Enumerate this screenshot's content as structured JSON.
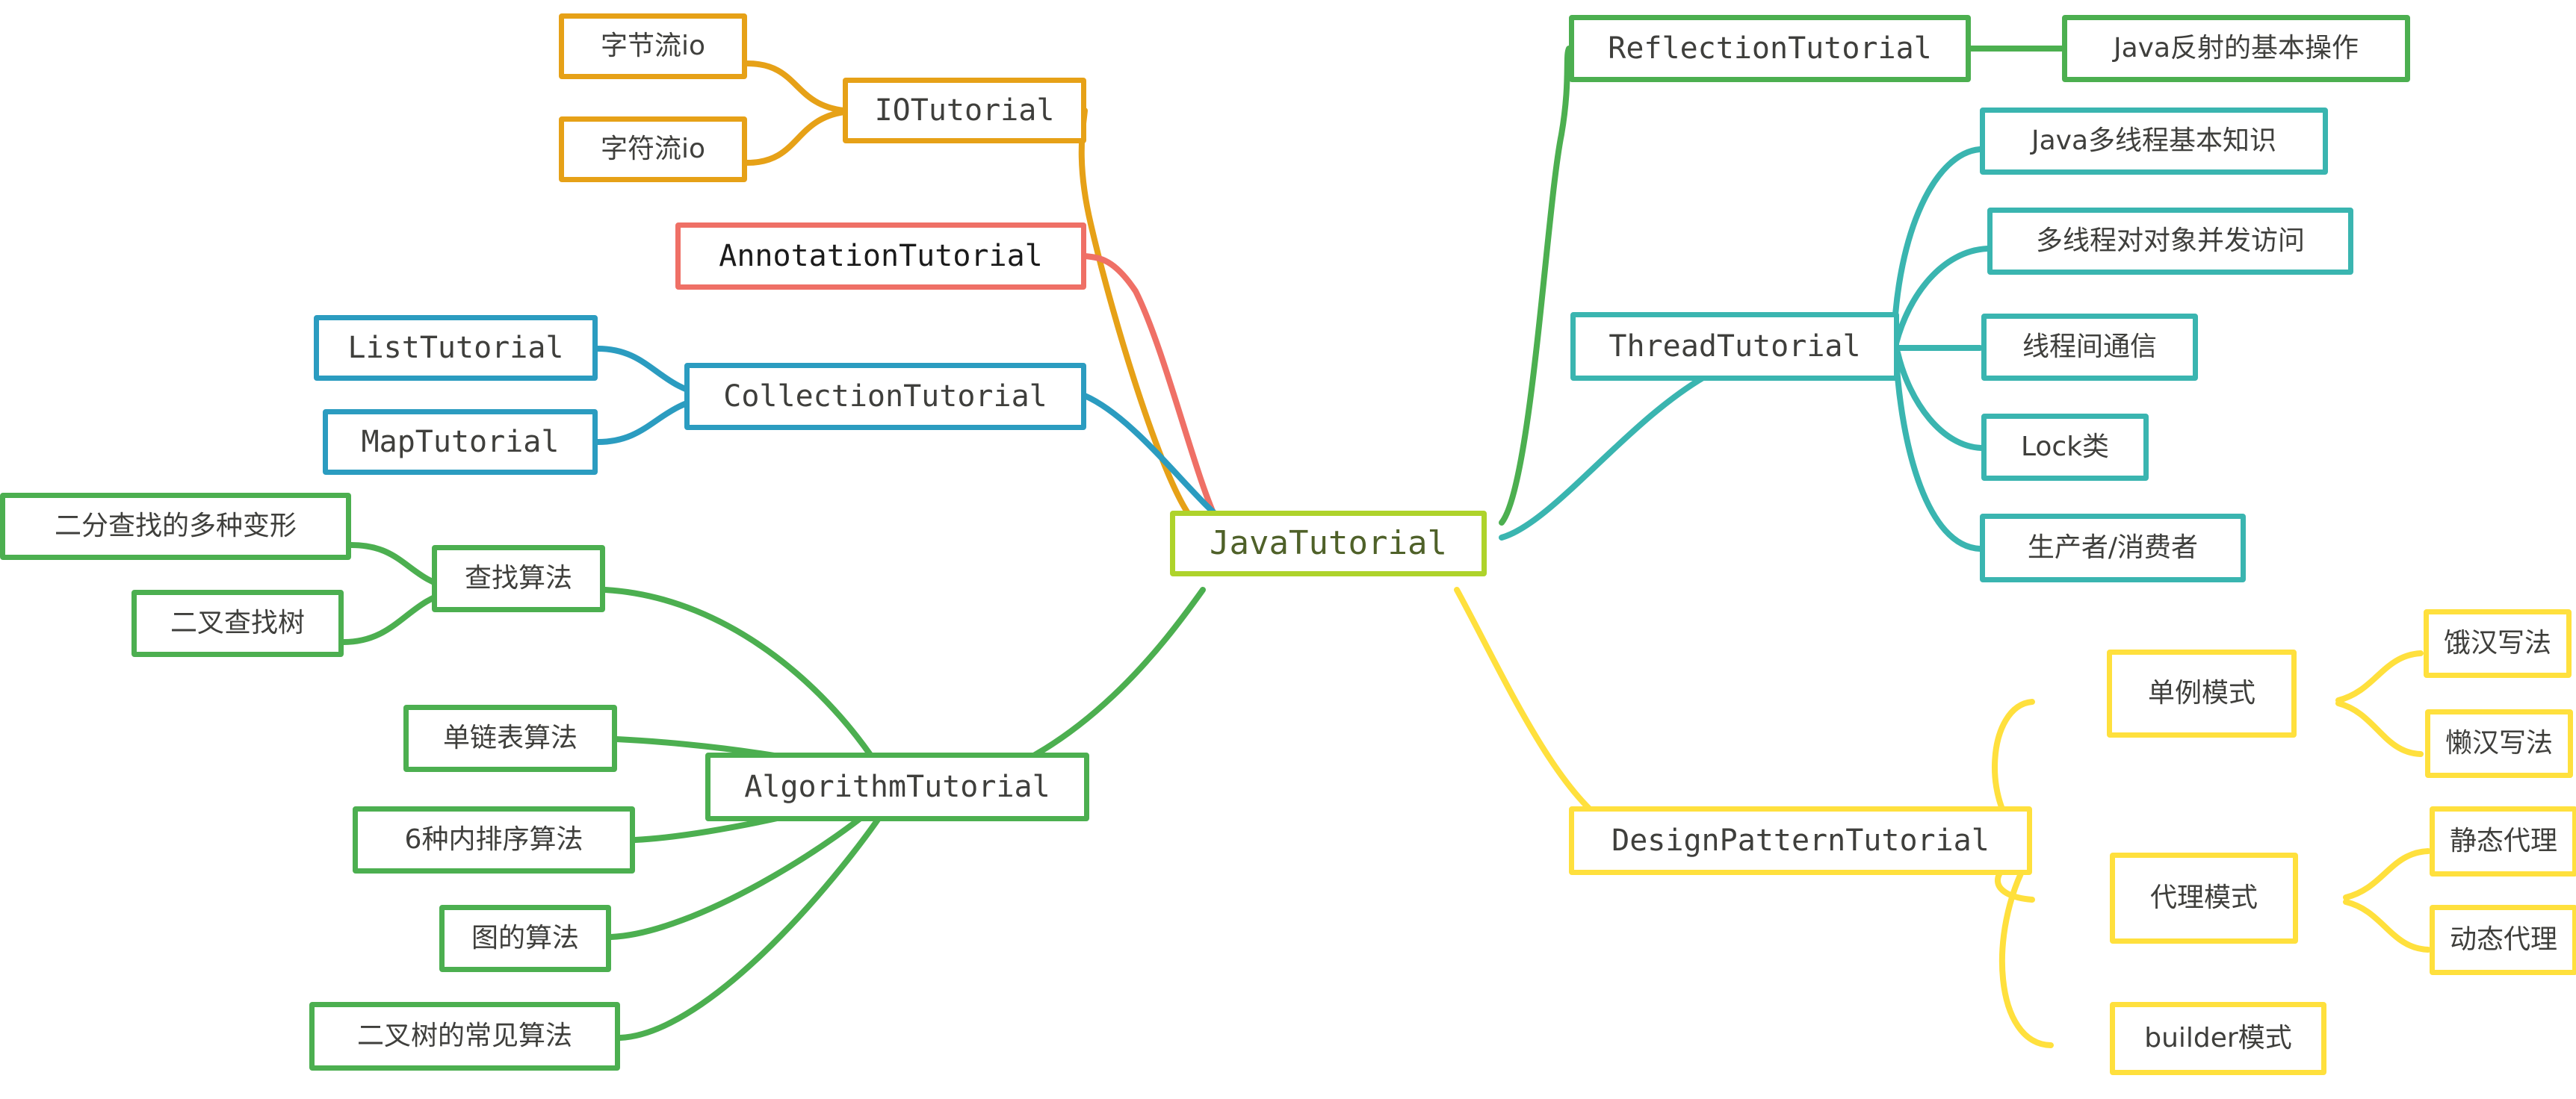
{
  "diagram": {
    "type": "mindmap",
    "title": "JavaTutorial",
    "background": "#ffffff",
    "palette": {
      "root": "#aed32b",
      "green": "#4caf50",
      "teal": "#3ab5b0",
      "orange": "#e6a117",
      "red": "#ef7066",
      "blue": "#2b9cc0",
      "yellow": "#ffe03d",
      "text": "#3f3f3c",
      "root_text": "#4f6129"
    }
  },
  "nodes": {
    "root": {
      "label": "JavaTutorial"
    },
    "io": {
      "label": "IOTutorial",
      "children": [
        {
          "label": "字节流io"
        },
        {
          "label": "字符流io"
        }
      ]
    },
    "annotation": {
      "label": "AnnotationTutorial"
    },
    "collection": {
      "label": "CollectionTutorial",
      "children": [
        {
          "label": "ListTutorial"
        },
        {
          "label": "MapTutorial"
        }
      ]
    },
    "algorithm": {
      "label": "AlgorithmTutorial",
      "children": [
        {
          "label": "查找算法",
          "children": [
            {
              "label": "二分查找的多种变形"
            },
            {
              "label": "二叉查找树"
            }
          ]
        },
        {
          "label": "单链表算法"
        },
        {
          "label": "6种内排序算法"
        },
        {
          "label": "图的算法"
        },
        {
          "label": "二叉树的常见算法"
        }
      ]
    },
    "reflection": {
      "label": "ReflectionTutorial",
      "children": [
        {
          "label": "Java反射的基本操作"
        }
      ]
    },
    "thread": {
      "label": "ThreadTutorial",
      "children": [
        {
          "label": "Java多线程基本知识"
        },
        {
          "label": "多线程对对象并发访问"
        },
        {
          "label": "线程间通信"
        },
        {
          "label": "Lock类"
        },
        {
          "label": "生产者/消费者"
        }
      ]
    },
    "designpattern": {
      "label": "DesignPatternTutorial",
      "children": [
        {
          "label": "单例模式",
          "children": [
            {
              "label": "饿汉写法"
            },
            {
              "label": "懒汉写法"
            }
          ]
        },
        {
          "label": "代理模式",
          "children": [
            {
              "label": "静态代理"
            },
            {
              "label": "动态代理"
            }
          ]
        },
        {
          "label": "builder模式"
        }
      ]
    }
  }
}
